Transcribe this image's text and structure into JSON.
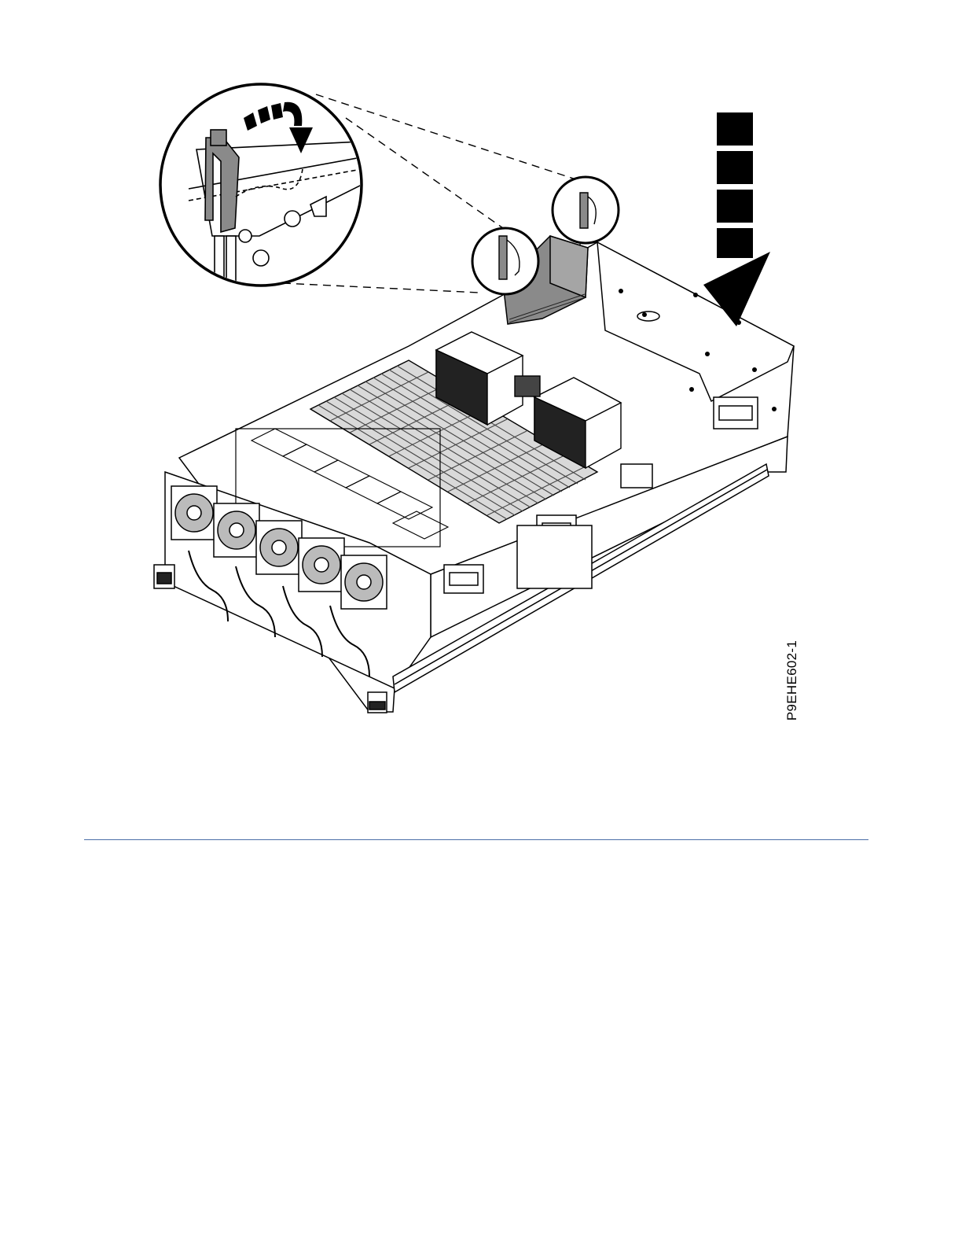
{
  "figure": {
    "id_label": "P9EHE602-1",
    "icons": [
      "down-arrow-icon",
      "rotate-arrow-icon",
      "latch-detail-callout",
      "server-chassis-illustration"
    ],
    "colors": {
      "line": "#000000",
      "fill_gray": "#8a8a8a",
      "rule": "#4a6ea8"
    }
  }
}
